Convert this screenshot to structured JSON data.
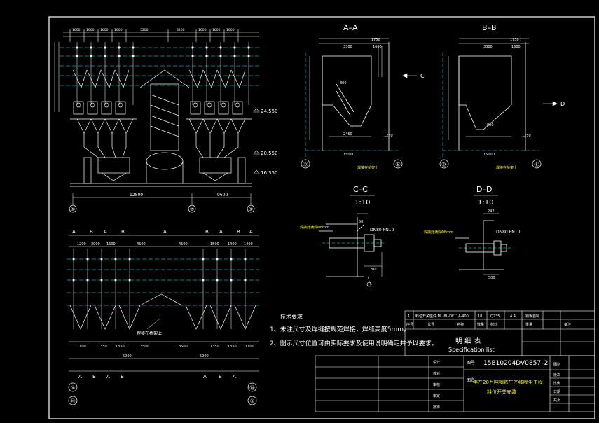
{
  "sections": {
    "aa": "A–A",
    "bb": "B–B",
    "cc": "C–C",
    "cc_scale": "1:10",
    "dd": "D–D",
    "dd_scale": "1:10"
  },
  "view_marks": {
    "c": "C",
    "d": "D"
  },
  "elevations": {
    "e1": "24.550",
    "e2": "20.550",
    "e3": "16.350"
  },
  "axes": {
    "top": [
      "⑤",
      "⑦",
      "⑨"
    ],
    "bottom_left": [
      "⑤",
      "Ⓜ"
    ],
    "bottom_right": [
      "Ⓜ",
      "⑤"
    ],
    "grid_a": [
      "Ⓓ",
      "Ⓔ"
    ],
    "grid_b": [
      "Ⓓ",
      "Ⓔ"
    ]
  },
  "plan_marks": [
    "A",
    "B",
    "A",
    "B",
    "A",
    "B",
    "A",
    "B",
    "A"
  ],
  "plan_dims_top": [
    "1200",
    "3000",
    "1500",
    "4500",
    "4500",
    "1500",
    "1400",
    "1400"
  ],
  "plan_dims_bottom": [
    "1100",
    "1350",
    "1350",
    "3500",
    "3500",
    "1350",
    "1350",
    "1100"
  ],
  "plan_dims_total": [
    "5900",
    "5900"
  ],
  "top_dims": [
    "1600",
    "1600",
    "1600",
    "1600",
    "5200",
    "3200",
    "1600",
    "1600",
    "1600"
  ],
  "top_totals": [
    "12800",
    "9600"
  ],
  "aa_dims": [
    "1750",
    "3300",
    "1600",
    "800",
    "2450",
    "1250",
    "15000"
  ],
  "bb_dims": [
    "1750",
    "3300",
    "1600",
    "800",
    "1250",
    "15000"
  ],
  "cc_dims": [
    "DN80 PN10",
    "50",
    "200"
  ],
  "dd_dims": [
    "242",
    "DN80 PN10",
    "500"
  ],
  "note_weld": "焊接在桥架上",
  "note_weld_cc": "焊接处满焊Φ8mm",
  "note_weld_dd": "焊接处满焊Φ8mm",
  "tech": {
    "title": "技术要求",
    "line1": "1、未注尺寸及焊缝按规范焊接，焊缝高度5mm。",
    "line2": "2、图示尺寸位置可由实际要求及使用说明确定并予以要求。"
  },
  "spec": {
    "row_no": "1",
    "row_code": "料位开关座件 ML-8L-DF11A-400",
    "row_qty": "18",
    "row_mat": "Q235",
    "row_weight": "4.4",
    "row_note": "钢板自制",
    "h_no": "序号",
    "h_code": "代号",
    "h_name": "名称",
    "h_qty": "数量",
    "h_mat": "材料",
    "h_weight": "重量",
    "h_note": "备注",
    "title_cn": "明 细 表",
    "title_en": "Specification list",
    "p1": "图号",
    "p2": "图名",
    "drawing_no": "15B10204DV0857–2",
    "name_line1": "年产20万吨钢铁生产线除尘工程",
    "name_line2": "料位开关安装",
    "sign_labels": [
      "设计",
      "校对",
      "审核",
      "审定",
      "批准"
    ],
    "right_labels": [
      "图别",
      "版次",
      "比例",
      "日期",
      "共页"
    ]
  }
}
